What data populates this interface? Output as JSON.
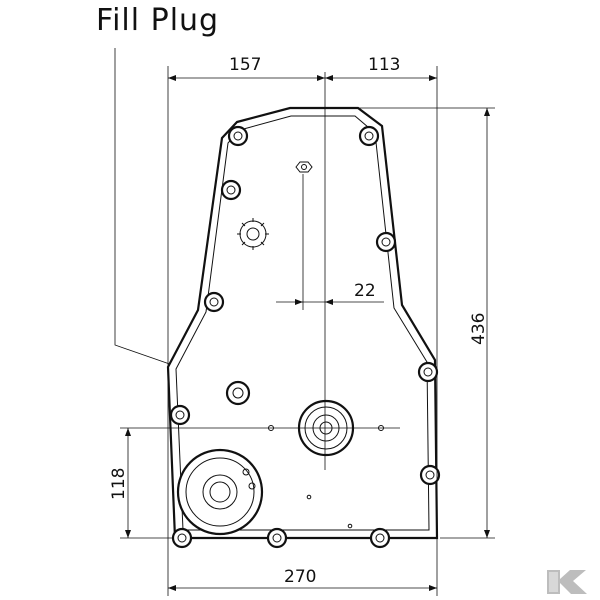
{
  "title": "Fill Plug",
  "dimensions": {
    "top_left": "157",
    "top_right": "113",
    "right_height": "436",
    "inner_offset": "22",
    "left_height": "118",
    "bottom_width": "270"
  },
  "logo": {
    "icon": "kramp-k-icon",
    "color": "#bdbdbd"
  }
}
